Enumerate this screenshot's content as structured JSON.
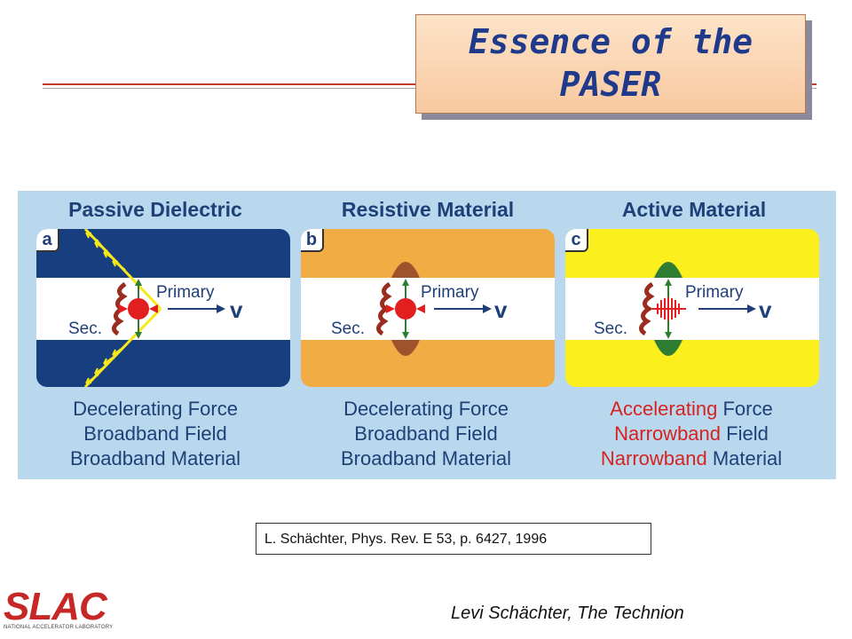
{
  "slide": {
    "title_line1": "Essence of the",
    "title_line2": "PASER",
    "citation": "L. Schächter, Phys. Rev. E 53, p. 6427, 1996",
    "author": "Levi Schächter, The Technion",
    "logo_word": "SLAC",
    "logo_sub": "NATIONAL ACCELERATOR LABORATORY"
  },
  "panels": [
    {
      "header": "Passive Dielectric",
      "letter": "a",
      "primary": "Primary",
      "sec": "Sec.",
      "v": "v",
      "line1_a": "Decelerating",
      "line1_b": " Force",
      "line2_a": "Broadband",
      "line2_b": " Field",
      "line3_a": "Broadband",
      "line3_b": " Material",
      "color": "#173f80"
    },
    {
      "header": "Resistive Material",
      "letter": "b",
      "primary": "Primary",
      "sec": "Sec.",
      "v": "v",
      "line1_a": "Decelerating",
      "line1_b": " Force",
      "line2_a": "Broadband",
      "line2_b": " Field",
      "line3_a": "Broadband",
      "line3_b": " Material",
      "color": "#f1ad44"
    },
    {
      "header": "Active Material",
      "letter": "c",
      "primary": "Primary",
      "sec": "Sec.",
      "v": "v",
      "line1_a": "Accelerating",
      "line1_b": " Force",
      "line2_a": "Narrowband",
      "line2_b": " Field",
      "line3_a": "Narrowband",
      "line3_b": " Material",
      "color": "#fbef1e"
    }
  ]
}
